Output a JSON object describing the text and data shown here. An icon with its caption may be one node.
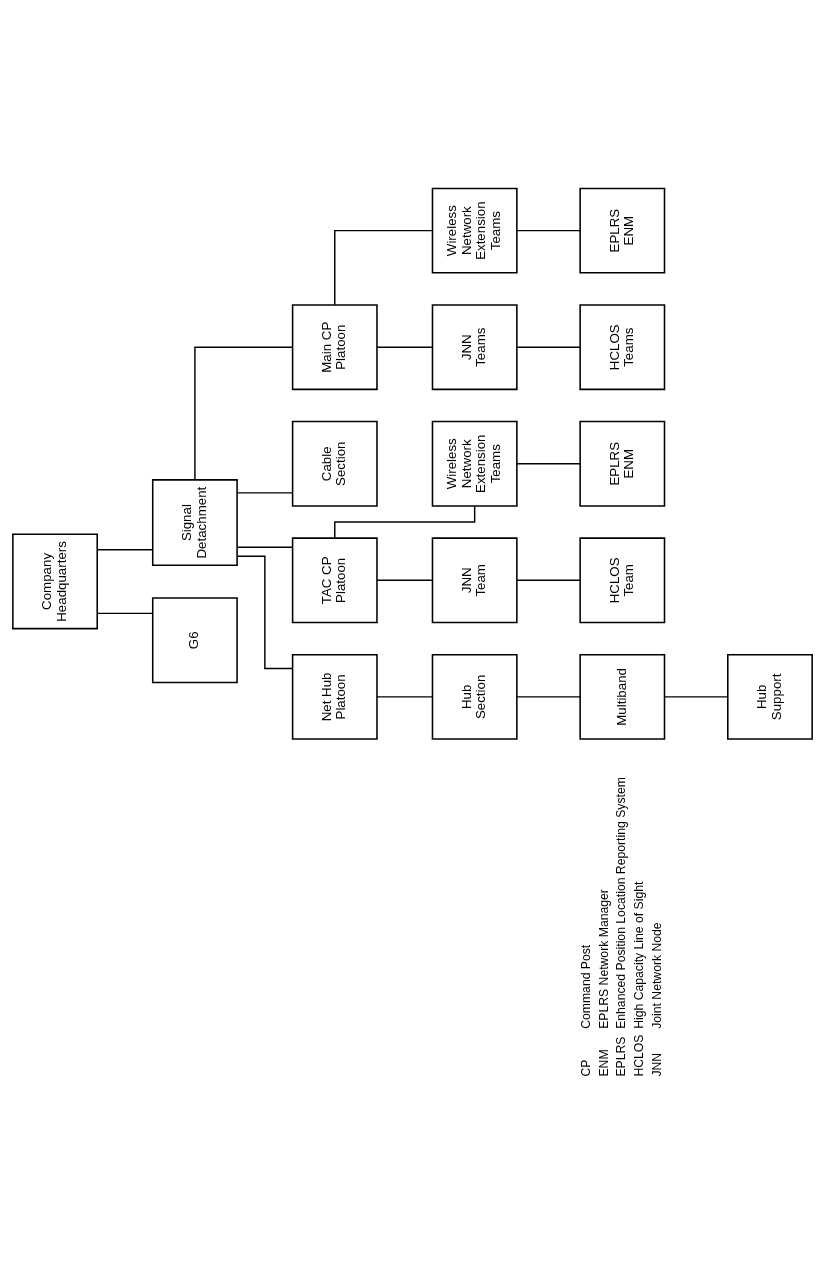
{
  "diagram": {
    "nodes": [
      {
        "text": [
          "Company Headquarters"
        ]
      },
      {
        "text": [
          "G6"
        ]
      },
      {
        "text": [
          "Signal Detachment"
        ]
      },
      {
        "text": [
          "Net Hub Platoon"
        ]
      },
      {
        "text": [
          "TAC CP Platoon"
        ]
      },
      {
        "text": [
          "Cable Section"
        ]
      },
      {
        "text": [
          "Main CP Platoon"
        ]
      },
      {
        "text": [
          "Hub Section"
        ]
      },
      {
        "text": [
          "JNN Team"
        ]
      },
      {
        "text": [
          "Wireless Network Extension Teams"
        ]
      },
      {
        "text": [
          "JNN Teams"
        ]
      },
      {
        "text": [
          "Wireless Network Extension Teams"
        ]
      },
      {
        "text": [
          "Multiband"
        ]
      },
      {
        "text": [
          "HCLOS Team"
        ]
      },
      {
        "text": [
          "EPLRS ENM"
        ]
      },
      {
        "text": [
          "HCLOS Teams"
        ]
      },
      {
        "text": [
          "EPLRS ENM"
        ]
      },
      {
        "text": [
          "Hub Support"
        ]
      }
    ],
    "edges": [
      {
        "from": 0,
        "to": 1,
        "arrow": "none"
      },
      {
        "from": 0,
        "to": 2,
        "arrow": "none"
      },
      {
        "from": 2,
        "to": 3,
        "arrow": "none"
      },
      {
        "from": 2,
        "to": 4,
        "arrow": "none"
      },
      {
        "from": 2,
        "to": 5,
        "arrow": "none"
      },
      {
        "from": 2,
        "to": 6,
        "arrow": "none"
      },
      {
        "from": 3,
        "to": 7,
        "arrow": "none"
      },
      {
        "from": 4,
        "to": 8,
        "arrow": "none"
      },
      {
        "from": 4,
        "to": 9,
        "arrow": "none"
      },
      {
        "from": 6,
        "to": 10,
        "arrow": "none"
      },
      {
        "from": 6,
        "to": 11,
        "arrow": "none"
      },
      {
        "from": 7,
        "to": 12,
        "arrow": "none"
      },
      {
        "from": 8,
        "to": 13,
        "arrow": "none"
      },
      {
        "from": 9,
        "to": 14,
        "arrow": "none"
      },
      {
        "from": 10,
        "to": 15,
        "arrow": "none"
      },
      {
        "from": 11,
        "to": 16,
        "arrow": "none"
      },
      {
        "from": 12,
        "to": 17,
        "arrow": "none"
      }
    ],
    "labels": [
      "CP",
      "Command Post",
      "ENM",
      "EPLRS Network Manager",
      "EPLRS",
      "Enhanced Position Location Reporting System",
      "HCLOS",
      "High Capacity Line of Sight",
      "JNN",
      "Joint Network Node"
    ]
  }
}
